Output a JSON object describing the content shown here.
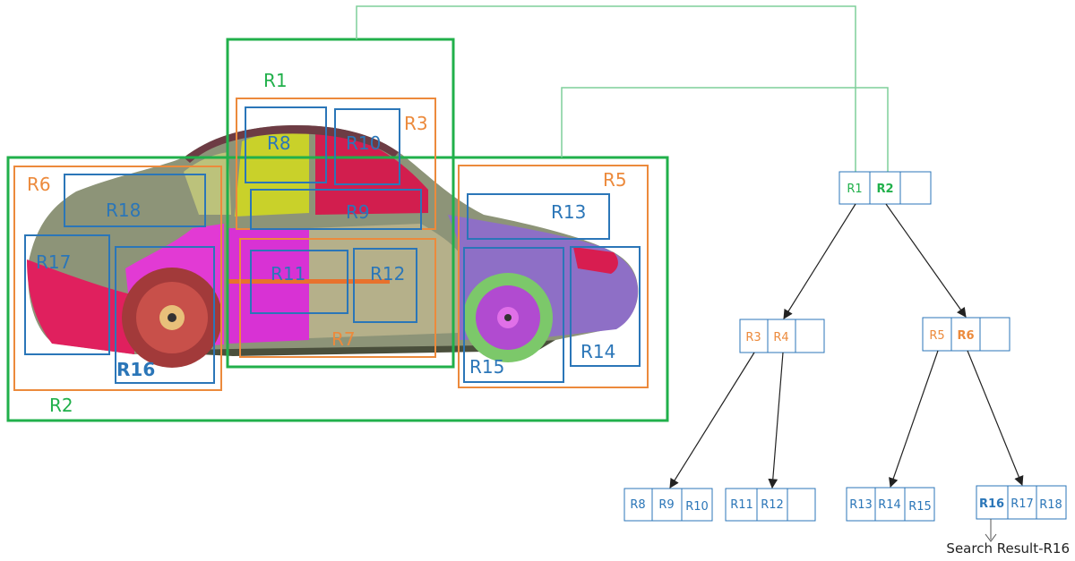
{
  "colors": {
    "green": "#21b04b",
    "orange": "#ec8a3c",
    "blue": "#2b76b8",
    "dark": "#222222",
    "light_green": "#7fcf9a"
  },
  "regions": {
    "R1": "R1",
    "R2": "R2",
    "R3": "R3",
    "R5": "R5",
    "R6": "R6",
    "R7": "R7",
    "R8": "R8",
    "R9": "R9",
    "R10": "R10",
    "R11": "R11",
    "R12": "R12",
    "R13": "R13",
    "R14": "R14",
    "R15": "R15",
    "R16": "R16",
    "R17": "R17",
    "R18": "R18"
  },
  "tree": {
    "root": [
      "R1",
      "R2",
      ""
    ],
    "mid_left": [
      "R3",
      "R4",
      ""
    ],
    "mid_right": [
      "R5",
      "R6",
      ""
    ],
    "leaf1": [
      "R8",
      "R9",
      "R10"
    ],
    "leaf2": [
      "R11",
      "R12",
      ""
    ],
    "leaf3": [
      "R13",
      "R14",
      "R15"
    ],
    "leaf4": [
      "R16",
      "R17",
      "R18"
    ]
  },
  "result_label": "Search Result-R16"
}
